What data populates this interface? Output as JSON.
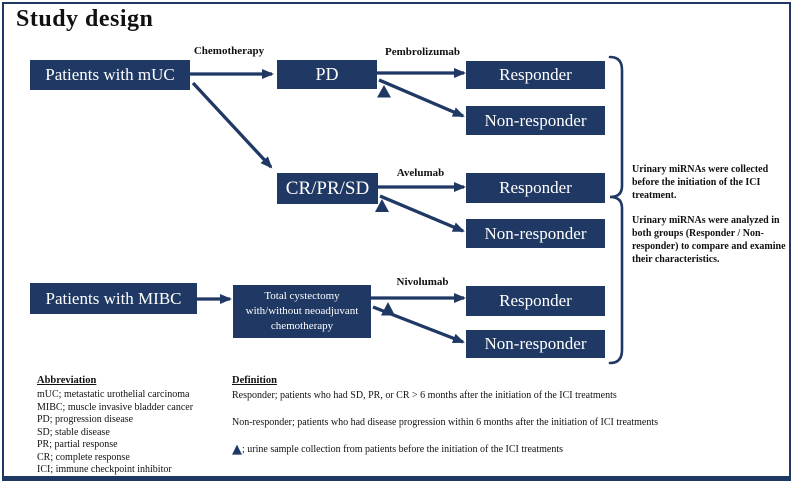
{
  "page": {
    "title": "Study design"
  },
  "colors": {
    "navy": "#1f3864",
    "text": "#111111",
    "background": "#ffffff"
  },
  "flow": {
    "cohort_muc": "Patients with mUC",
    "cohort_mibc": "Patients with MIBC",
    "chemo_label": "Chemotherapy",
    "pd": "PD",
    "crprsd": "CR/PR/SD",
    "cystectomy_lines": [
      "Total cystectomy",
      "with/without neoadjuvant",
      "chemotherapy"
    ],
    "drugs": {
      "pembrolizumab": "Pembrolizumab",
      "avelumab": "Avelumab",
      "nivolumab": "Nivolumab"
    },
    "outcomes": {
      "responder": "Responder",
      "nonresponder": "Non-responder"
    }
  },
  "annotation": {
    "para1": "Urinary miRNAs were collected before the initiation of the ICI treatment.",
    "para2": "Urinary miRNAs were analyzed in both groups (Responder / Non-responder) to compare and examine their characteristics."
  },
  "abbreviation": {
    "heading": "Abbreviation",
    "items": [
      "mUC; metastatic urothelial carcinoma",
      "MIBC; muscle invasive bladder cancer",
      "PD; progression disease",
      "SD; stable disease",
      "PR; partial response",
      "CR; complete response",
      "ICI; immune checkpoint inhibitor"
    ]
  },
  "definition": {
    "heading": "Definition",
    "responder": "Responder; patients who had SD, PR, or CR > 6 months after the initiation of the ICI treatments",
    "nonresponder": "Non-responder; patients who had disease progression within 6 months after the initiation of ICI treatments",
    "marker": "; urine sample collection from patients before the initiation of the ICI treatments"
  }
}
